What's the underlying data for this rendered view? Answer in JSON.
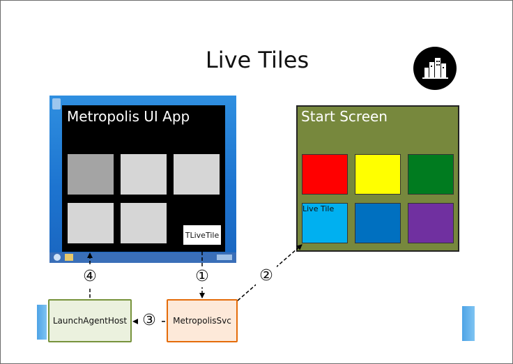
{
  "slide": {
    "title": "Live Tiles"
  },
  "app_window": {
    "title": "Metropolis UI App",
    "tile_label": "TLiveTile"
  },
  "start_screen": {
    "title": "Start Screen",
    "live_tile_label": "Live Tile",
    "tile_colors": [
      "#ff0000",
      "#ffff00",
      "#007b1f",
      "#00b0f0",
      "#0070c0",
      "#7030a0"
    ]
  },
  "processes": {
    "launch_agent_host": "LaunchAgentHost",
    "metropolis_svc": "MetropolisSvc"
  },
  "steps": {
    "step1": "①",
    "step2": "②",
    "step3": "③",
    "step4": "④"
  },
  "colors": {
    "start_bg": "#77883d",
    "app_bg": "#000000",
    "launch_border": "#77933c",
    "svc_border": "#e46c0a"
  },
  "icons": {
    "logo": "city-skyline-icon"
  }
}
